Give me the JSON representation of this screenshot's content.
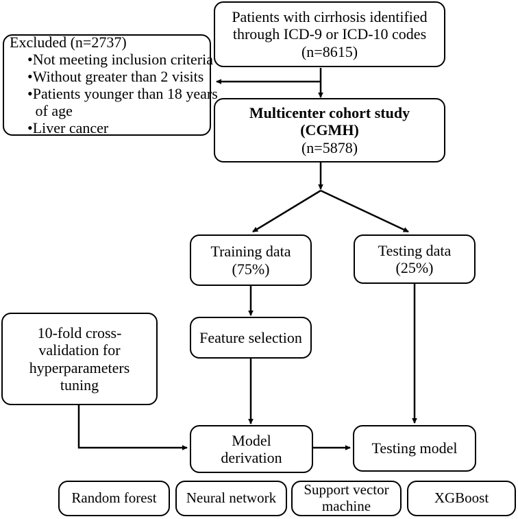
{
  "figure": {
    "type": "flowchart",
    "title": "Study cohort and machine-learning model development flowchart",
    "line_color": "#000000",
    "background_color": "#ffffff"
  },
  "nodes": {
    "source_cohort": {
      "name": "source-cohort",
      "lines": [
        "Patients with cirrhosis identified",
        "through ICD-9 or ICD-10 codes",
        "(n=8615)"
      ],
      "count_label": "n=8615",
      "count": 8615
    },
    "excluded": {
      "name": "excluded",
      "heading": "Excluded (n=2737)",
      "count_label": "n=2737",
      "count": 2737,
      "bullets": [
        "Not meeting inclusion criteria",
        "Without greater than 2 visits",
        "Patients younger than 18 years of age",
        "Liver cancer"
      ],
      "bullet_lines": [
        "•Not meeting inclusion criteria",
        "•Without greater than 2 visits",
        "•Patients younger than 18 years",
        " of age",
        "•Liver cancer"
      ]
    },
    "cohort_study": {
      "name": "multicenter-cohort-study",
      "lines_bold": [
        "Multicenter cohort study",
        "(CGMH)"
      ],
      "lines_regular": [
        "(n=5878)"
      ],
      "count_label": "n=5878",
      "count": 5878,
      "site": "CGMH"
    },
    "training_data": {
      "name": "training-data",
      "lines": [
        "Training data",
        "(75%)"
      ],
      "percent": 75
    },
    "testing_data": {
      "name": "testing-data",
      "lines": [
        "Testing data",
        "(25%)"
      ],
      "percent": 25
    },
    "cross_validation": {
      "name": "cross-validation",
      "lines": [
        "10-fold cross-",
        "validation for",
        "hyperparameters",
        "tuning"
      ],
      "folds": 10
    },
    "feature_selection": {
      "name": "feature-selection",
      "lines": [
        "Feature selection"
      ]
    },
    "model_derivation": {
      "name": "model-derivation",
      "lines": [
        "Model",
        "derivation"
      ]
    },
    "testing_model": {
      "name": "testing-model",
      "lines": [
        "Testing model"
      ]
    }
  },
  "algorithms": [
    {
      "name": "random-forest",
      "lines": [
        "Random forest"
      ]
    },
    {
      "name": "neural-network",
      "lines": [
        "Neural network"
      ]
    },
    {
      "name": "support-vector-machine",
      "lines": [
        "Support vector",
        "machine"
      ]
    },
    {
      "name": "xgboost",
      "lines": [
        "XGBoost"
      ]
    }
  ],
  "edges": [
    {
      "from": "source_cohort",
      "to": "cohort_study",
      "style": "arrow"
    },
    {
      "from": "source_cohort",
      "to": "excluded",
      "style": "arrow-left-branch"
    },
    {
      "from": "cohort_study",
      "to": "training_data",
      "style": "split-arrow"
    },
    {
      "from": "cohort_study",
      "to": "testing_data",
      "style": "split-arrow"
    },
    {
      "from": "training_data",
      "to": "feature_selection",
      "style": "arrow"
    },
    {
      "from": "feature_selection",
      "to": "model_derivation",
      "style": "arrow"
    },
    {
      "from": "cross_validation",
      "to": "model_derivation",
      "style": "elbow-arrow"
    },
    {
      "from": "model_derivation",
      "to": "testing_model",
      "style": "arrow"
    },
    {
      "from": "testing_data",
      "to": "testing_model",
      "style": "arrow"
    }
  ]
}
